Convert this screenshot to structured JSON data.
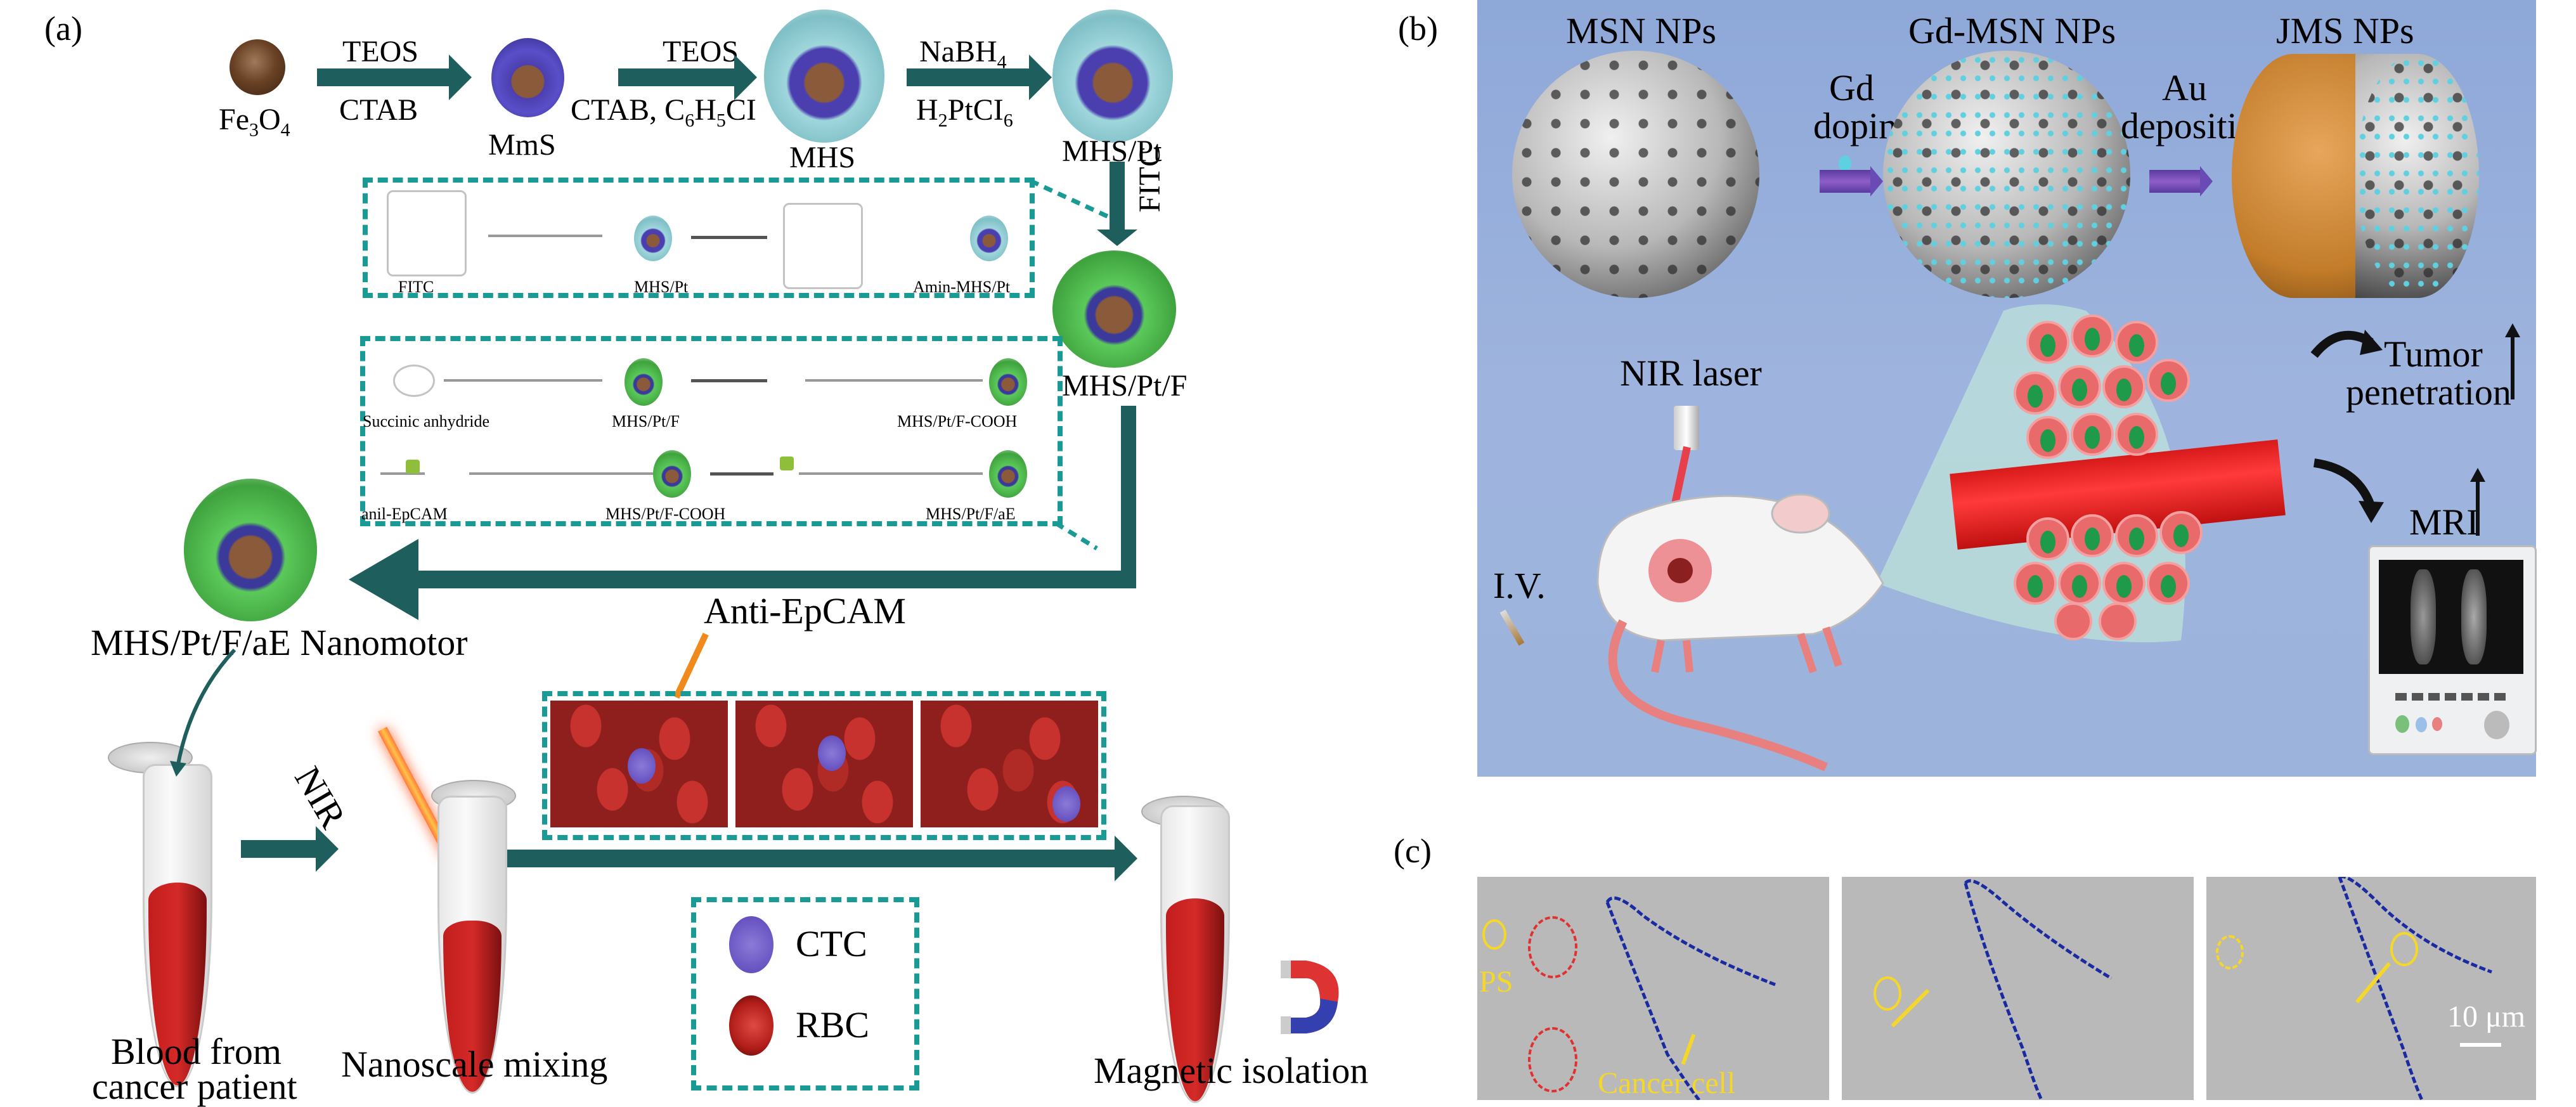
{
  "panel_labels": {
    "a": "(a)",
    "b": "(b)",
    "c": "(c)"
  },
  "panel_a": {
    "synthesis": {
      "fe3o4": {
        "base": "Fe",
        "sub1": "3",
        "mid": "O",
        "sub2": "4"
      },
      "step1_top": "TEOS",
      "step1_bottom": "CTAB",
      "mms": "MmS",
      "step2_top": "TEOS",
      "step2_bottom": {
        "pre": "CTAB, C",
        "s1": "6",
        "mid": "H",
        "s2": "5",
        "post": "CI"
      },
      "mhs": "MHS",
      "step3_top": {
        "base": "NaBH",
        "sub": "4"
      },
      "step3_bottom": {
        "pre": "H",
        "s1": "2",
        "mid": "PtCI",
        "s2": "6"
      },
      "mhs_pt": "MHS/Pt",
      "fitc_arrow": "FITC",
      "mhs_pt_f": "MHS/Pt/F"
    },
    "reaction_box_1": {
      "labels": [
        "FITC",
        "MHS/Pt",
        "Amin-MHS/Pt"
      ]
    },
    "reaction_box_2": {
      "row1_labels": [
        "Succinic anhydride",
        "MHS/Pt/F",
        "MHS/Pt/F-COOH"
      ],
      "row2_labels": [
        "anil-EpCAM",
        "MHS/Pt/F-COOH",
        "MHS/Pt/F/aE"
      ]
    },
    "nanomotor_label": "MHS/Pt/F/aE Nanomotor",
    "anti_epcam": "Anti-EpCAM",
    "nir": "NIR",
    "legend": [
      {
        "label": "CTC",
        "color": "#6a55c8"
      },
      {
        "label": "RBC",
        "color": "#c0231f"
      }
    ],
    "step_labels": {
      "blood": [
        "Blood from",
        "cancer patient"
      ],
      "mixing": "Nanoscale mixing",
      "isolation": "Magnetic isolation"
    },
    "colors": {
      "arrow": "#1e5e5c",
      "dash": "#1a9a94"
    }
  },
  "panel_b": {
    "particles": [
      "MSN NPs",
      "Gd-MSN NPs",
      "JMS NPs"
    ],
    "step1": [
      "Gd",
      "doping"
    ],
    "step2": [
      "Au",
      "deposition"
    ],
    "nir_laser": "NIR laser",
    "iv": "I.V.",
    "tumor": [
      "Tumor",
      "penetration"
    ],
    "mri": "MRI",
    "colors": {
      "background": "#9cb3dc",
      "gold": "#c27c2a"
    }
  },
  "panel_c": {
    "ps_label": "PS",
    "cancer_cell_label": "Cancer cell",
    "scale_bar": "10 μm",
    "frame_count": 3
  }
}
